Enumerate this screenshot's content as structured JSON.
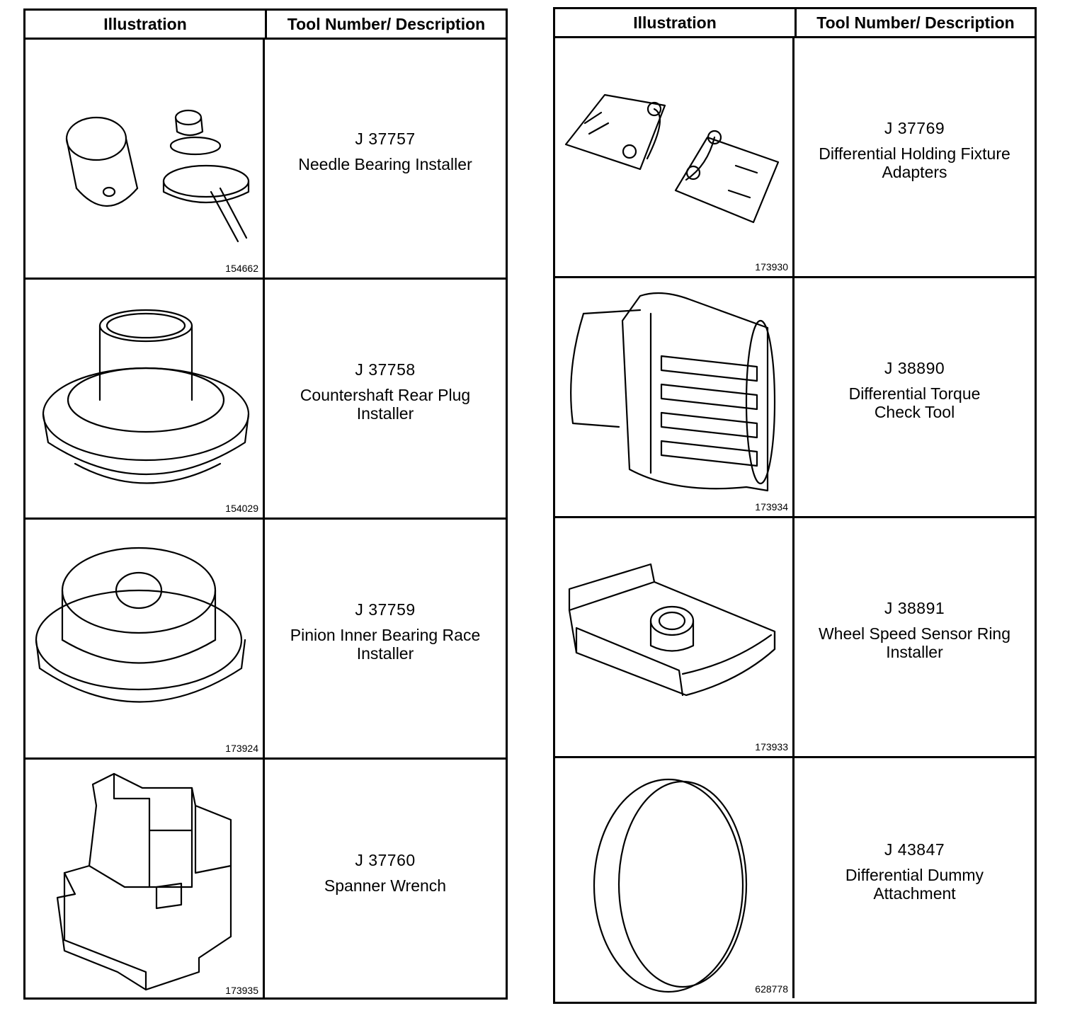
{
  "headers": {
    "illustration": "Illustration",
    "description": "Tool Number/ Description"
  },
  "left_tools": [
    {
      "number": "J 37757",
      "desc1": "Needle Bearing Installer",
      "desc2": "",
      "ref": "154662",
      "icon": "needle-bearing-installer-icon"
    },
    {
      "number": "J 37758",
      "desc1": "Countershaft Rear Plug",
      "desc2": "Installer",
      "ref": "154029",
      "icon": "countershaft-rear-plug-installer-icon"
    },
    {
      "number": "J 37759",
      "desc1": "Pinion Inner Bearing Race",
      "desc2": "Installer",
      "ref": "173924",
      "icon": "pinion-race-installer-icon"
    },
    {
      "number": "J 37760",
      "desc1": "Spanner Wrench",
      "desc2": "",
      "ref": "173935",
      "icon": "spanner-wrench-icon"
    }
  ],
  "right_tools": [
    {
      "number": "J 37769",
      "desc1": "Differential Holding Fixture",
      "desc2": "Adapters",
      "ref": "173930",
      "icon": "holding-fixture-adapters-icon"
    },
    {
      "number": "J 38890",
      "desc1": "Differential Torque",
      "desc2": "Check Tool",
      "ref": "173934",
      "icon": "torque-check-tool-icon"
    },
    {
      "number": "J 38891",
      "desc1": "Wheel Speed Sensor Ring",
      "desc2": "Installer",
      "ref": "173933",
      "icon": "sensor-ring-installer-icon"
    },
    {
      "number": "J 43847",
      "desc1": "Differential Dummy",
      "desc2": "Attachment",
      "ref": "628778",
      "icon": "dummy-attachment-icon"
    }
  ]
}
